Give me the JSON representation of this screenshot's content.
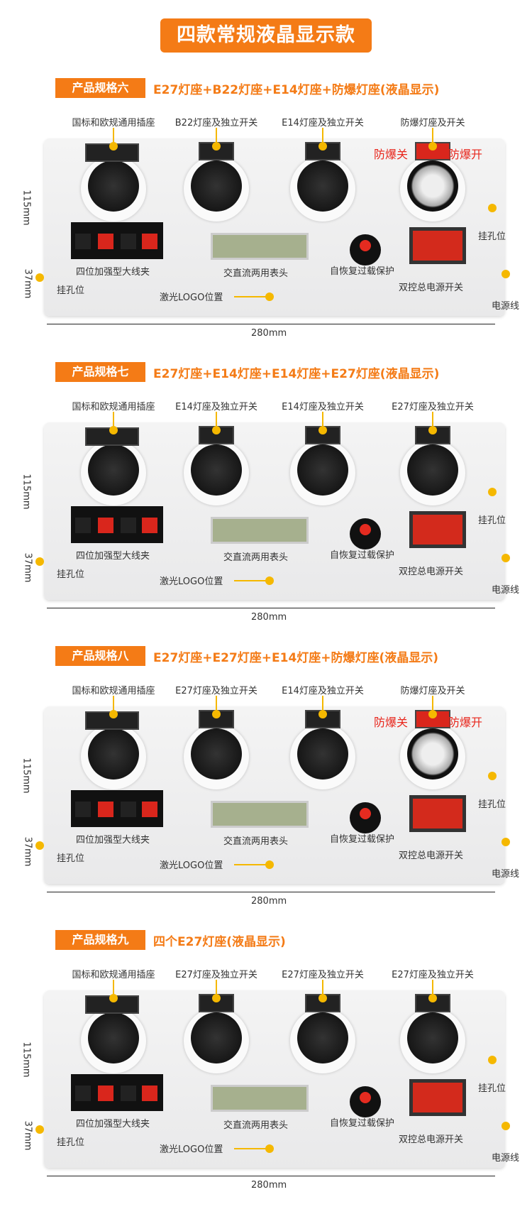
{
  "banner": "四款常规液晶显示款",
  "common": {
    "terminal": "四位加强型大线夹",
    "meter": "交直流两用表头",
    "protect": "自恢复过载保护",
    "main_switch": "双控总电源开关",
    "hang_right": "挂孔位",
    "hang_left": "挂孔位",
    "logo": "激光LOGO位置",
    "cord": "电源线",
    "width": "280mm",
    "depth": "115mm",
    "height": "37mm"
  },
  "colors": {
    "accent": "#f47b16",
    "marker": "#f5b800",
    "explosion": "#e8261c"
  },
  "sections": [
    {
      "tag": "产品规格六",
      "title": "E27灯座+B22灯座+E14灯座+防爆灯座(液晶显示)",
      "labels": [
        "国标和欧规通用插座",
        "B22灯座及独立开关",
        "E14灯座及独立开关",
        "防爆灯座及开关"
      ],
      "sockets": [
        "universal",
        "b22",
        "e14",
        "explosion"
      ],
      "exp_off": "防爆关",
      "exp_on": "防爆开"
    },
    {
      "tag": "产品规格七",
      "title": "E27灯座+E14灯座+E14灯座+E27灯座(液晶显示)",
      "labels": [
        "国标和欧规通用插座",
        "E14灯座及独立开关",
        "E14灯座及独立开关",
        "E27灯座及独立开关"
      ],
      "sockets": [
        "universal",
        "e14",
        "e14",
        "e27"
      ]
    },
    {
      "tag": "产品规格八",
      "title": "E27灯座+E27灯座+E14灯座+防爆灯座(液晶显示)",
      "labels": [
        "国标和欧规通用插座",
        "E27灯座及独立开关",
        "E14灯座及独立开关",
        "防爆灯座及开关"
      ],
      "sockets": [
        "universal",
        "e27",
        "e14",
        "explosion"
      ],
      "exp_off": "防爆关",
      "exp_on": "防爆开"
    },
    {
      "tag": "产品规格九",
      "title": "四个E27灯座(液晶显示)",
      "labels": [
        "国标和欧规通用插座",
        "E27灯座及独立开关",
        "E27灯座及独立开关",
        "E27灯座及独立开关"
      ],
      "sockets": [
        "universal",
        "e27",
        "e27",
        "e27"
      ]
    }
  ]
}
